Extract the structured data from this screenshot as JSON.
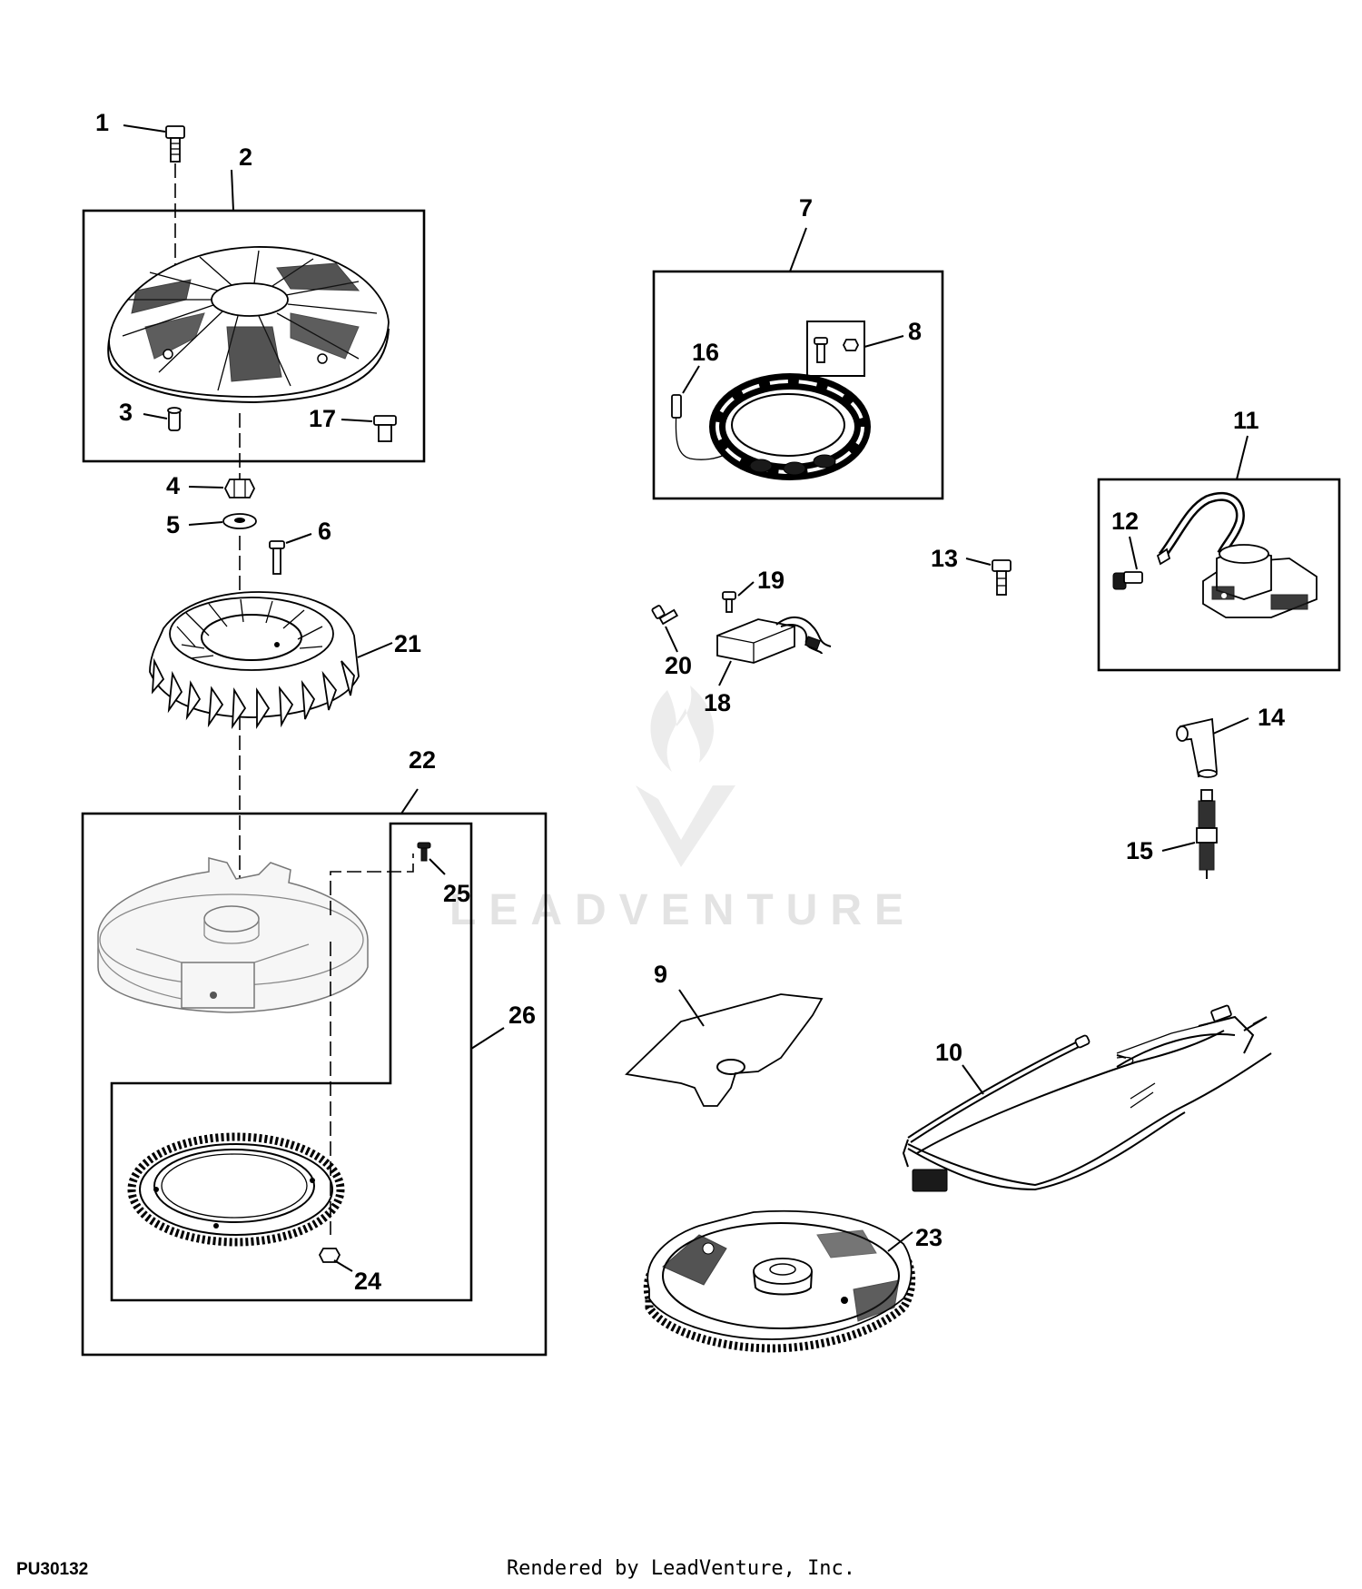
{
  "diagram": {
    "id": "PU30132",
    "footer": "Rendered by LeadVenture, Inc.",
    "watermark": "LEADVENTURE",
    "callouts": {
      "c1": "1",
      "c2": "2",
      "c3": "3",
      "c4": "4",
      "c5": "5",
      "c6": "6",
      "c7": "7",
      "c8": "8",
      "c9": "9",
      "c10": "10",
      "c11": "11",
      "c12": "12",
      "c13": "13",
      "c14": "14",
      "c15": "15",
      "c16": "16",
      "c17": "17",
      "c18": "18",
      "c19": "19",
      "c20": "20",
      "c21": "21",
      "c22": "22",
      "c23": "23",
      "c24": "24",
      "c25": "25",
      "c26": "26"
    }
  }
}
